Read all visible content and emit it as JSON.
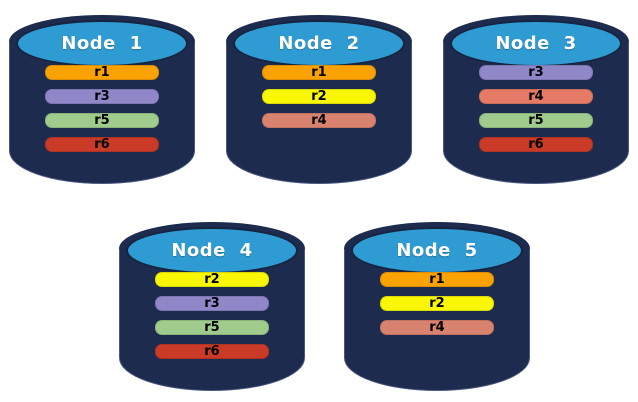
{
  "colors": {
    "background": "#ffffff",
    "cylinder_body": "#1C2B4E",
    "cylinder_outline": "#4A5880",
    "cylinder_top": "#2F9BD3",
    "cylinder_top_border": "#17243F",
    "title_text": "#ffffff",
    "bar_text": "#000000"
  },
  "replica_colors": {
    "r1_orange": "#F9A201",
    "r2_yellow": "#F9F703",
    "r3_purple": "#9087C9",
    "r4_salmon": "#D9826F",
    "r4_salmon_bright": "#E57A66",
    "r5_green": "#9FCB8D",
    "r6_red": "#C93A27"
  },
  "nodes": [
    {
      "title": "Node 1",
      "bars": [
        {
          "label": "r1",
          "color": "#F9A201"
        },
        {
          "label": "r3",
          "color": "#9087C9"
        },
        {
          "label": "r5",
          "color": "#9FCB8D"
        },
        {
          "label": "r6",
          "color": "#C93A27"
        }
      ]
    },
    {
      "title": "Node 2",
      "bars": [
        {
          "label": "r1",
          "color": "#F9A201"
        },
        {
          "label": "r2",
          "color": "#F9F703"
        },
        {
          "label": "r4",
          "color": "#D9826F"
        }
      ]
    },
    {
      "title": "Node 3",
      "bars": [
        {
          "label": "r3",
          "color": "#9087C9"
        },
        {
          "label": "r4",
          "color": "#E57A66"
        },
        {
          "label": "r5",
          "color": "#9FCB8D"
        },
        {
          "label": "r6",
          "color": "#C93A27"
        }
      ]
    },
    {
      "title": "Node 4",
      "bars": [
        {
          "label": "r2",
          "color": "#F9F703"
        },
        {
          "label": "r3",
          "color": "#9087C9"
        },
        {
          "label": "r5",
          "color": "#9FCB8D"
        },
        {
          "label": "r6",
          "color": "#C93A27"
        }
      ]
    },
    {
      "title": "Node 5",
      "bars": [
        {
          "label": "r1",
          "color": "#F9A201"
        },
        {
          "label": "r2",
          "color": "#F9F703"
        },
        {
          "label": "r4",
          "color": "#D9826F"
        }
      ]
    }
  ]
}
